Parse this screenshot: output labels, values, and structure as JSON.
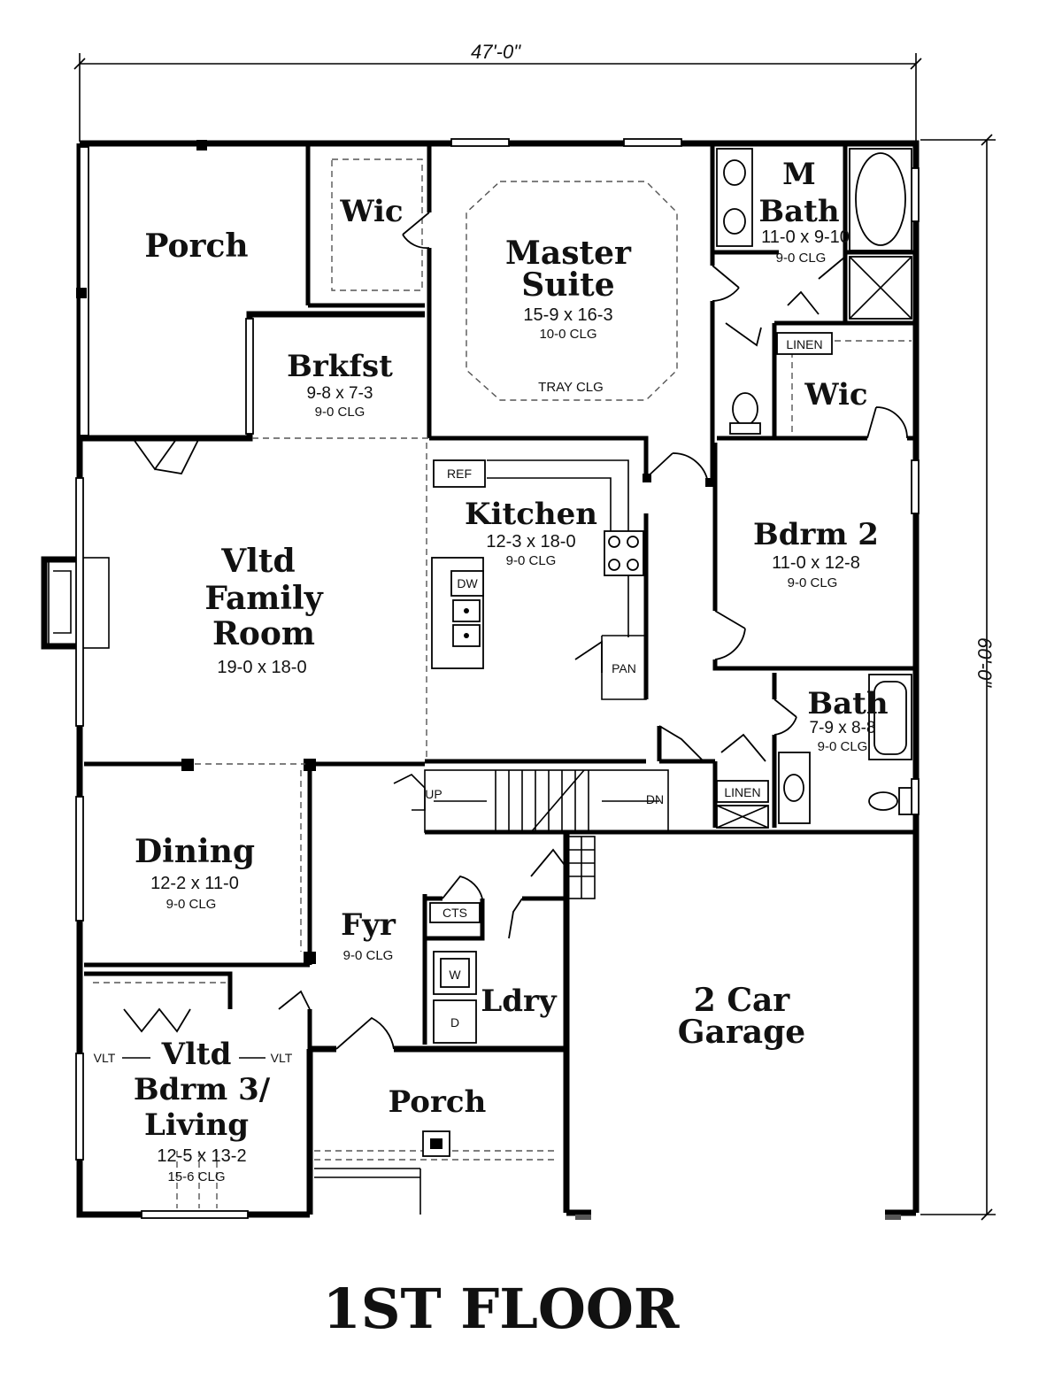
{
  "dimensions": {
    "width": "47'-0\"",
    "depth": "60'-0\""
  },
  "title": "1ST FLOOR",
  "rooms": {
    "porch_rear": {
      "name": "Porch"
    },
    "wic_master": {
      "name": "Wic"
    },
    "master": {
      "name1": "Master",
      "name2": "Suite",
      "size": "15-9 x 16-3",
      "ceiling": "10-0 CLG",
      "note": "TRAY CLG"
    },
    "mbath": {
      "name1": "M",
      "name2": "Bath",
      "size": "11-0 x 9-10",
      "ceiling": "9-0 CLG"
    },
    "brkfst": {
      "name": "Brkfst",
      "size": "9-8 x 7-3",
      "ceiling": "9-0 CLG"
    },
    "wic_2": {
      "name": "Wic"
    },
    "kitchen": {
      "name": "Kitchen",
      "size": "12-3 x 18-0",
      "ceiling": "9-0 CLG"
    },
    "family": {
      "name1": "Vltd",
      "name2": "Family",
      "name3": "Room",
      "size": "19-0 x 18-0"
    },
    "bdrm2": {
      "name": "Bdrm 2",
      "size": "11-0 x 12-8",
      "ceiling": "9-0 CLG"
    },
    "bath2": {
      "name": "Bath",
      "size": "7-9 x 8-8",
      "ceiling": "9-0 CLG"
    },
    "dining": {
      "name": "Dining",
      "size": "12-2 x 11-0",
      "ceiling": "9-0 CLG"
    },
    "foyer": {
      "name": "Fyr",
      "ceiling": "9-0 CLG"
    },
    "laundry": {
      "name": "Ldry"
    },
    "garage": {
      "name1": "2 Car",
      "name2": "Garage"
    },
    "bdrm3": {
      "name1": "Vltd",
      "name2": "Bdrm 3/",
      "name3": "Living",
      "size": "12-5 x 13-2",
      "ceiling": "15-6 CLG"
    },
    "porch_front": {
      "name": "Porch"
    }
  },
  "labels": {
    "ref": "REF",
    "dw": "DW",
    "pan": "PAN",
    "linen_top": "LINEN",
    "linen_bottom": "LINEN",
    "up": "UP",
    "dn": "DN",
    "cts": "CTS",
    "washer": "W",
    "dryer": "D",
    "vlt_left": "VLT",
    "vlt_right": "VLT"
  }
}
